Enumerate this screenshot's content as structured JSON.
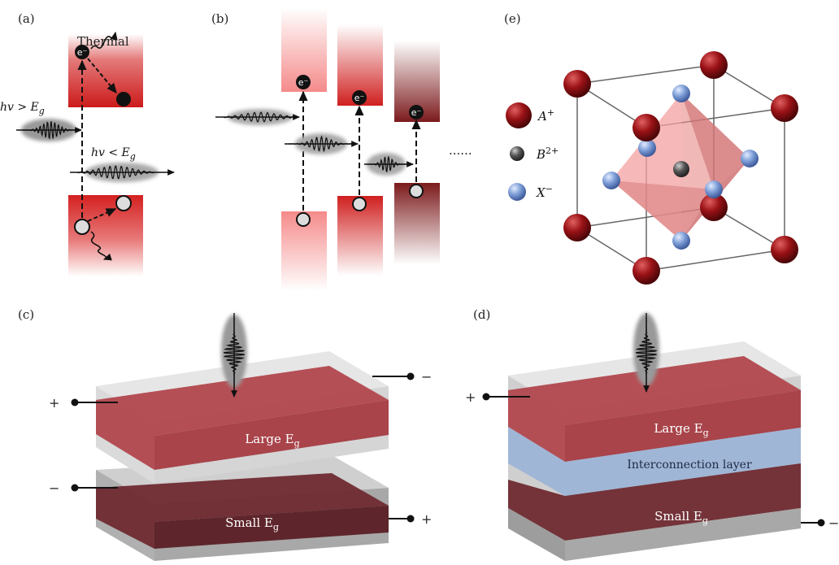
{
  "panel_labels": {
    "a": "(a)",
    "b": "(b)",
    "c": "(c)",
    "d": "(d)",
    "e": "(e)"
  },
  "panel_a": {
    "thermal": "Thermal",
    "hv_above_prefix": "hv > E",
    "hv_above_sub": "g",
    "hv_below_prefix": "hv < E",
    "hv_below_sub": "g",
    "electron": "e⁻"
  },
  "panel_b": {
    "electron": "e⁻",
    "ellipsis": "......"
  },
  "panel_c": {
    "top_layer_prefix": "Large E",
    "top_layer_sub": "g",
    "bottom_layer_prefix": "Small E",
    "bottom_layer_sub": "g",
    "terminal_top_left": "+",
    "terminal_top_right": "−",
    "terminal_bottom_left": "−",
    "terminal_bottom_right": "+"
  },
  "panel_d": {
    "top_layer_prefix": "Large E",
    "top_layer_sub": "g",
    "interconnection": "Interconnection layer",
    "bottom_layer_prefix": "Small E",
    "bottom_layer_sub": "g",
    "terminal_left": "+",
    "terminal_right": "−"
  },
  "panel_e": {
    "legend": [
      {
        "ion": "A",
        "charge": "+",
        "color": "#8b0f12"
      },
      {
        "ion": "B",
        "charge": "2+",
        "color": "#555555"
      },
      {
        "ion": "X",
        "charge": "−",
        "color": "#7f9fd8"
      }
    ]
  },
  "colors": {
    "band_red": "#d42a2a",
    "band_dark_red": "#7a1a1c",
    "band_light_red": "#f79a9a",
    "layer_large": "#b84a50",
    "layer_small": "#7a2e33",
    "interconnect": "#9ab2d6"
  }
}
